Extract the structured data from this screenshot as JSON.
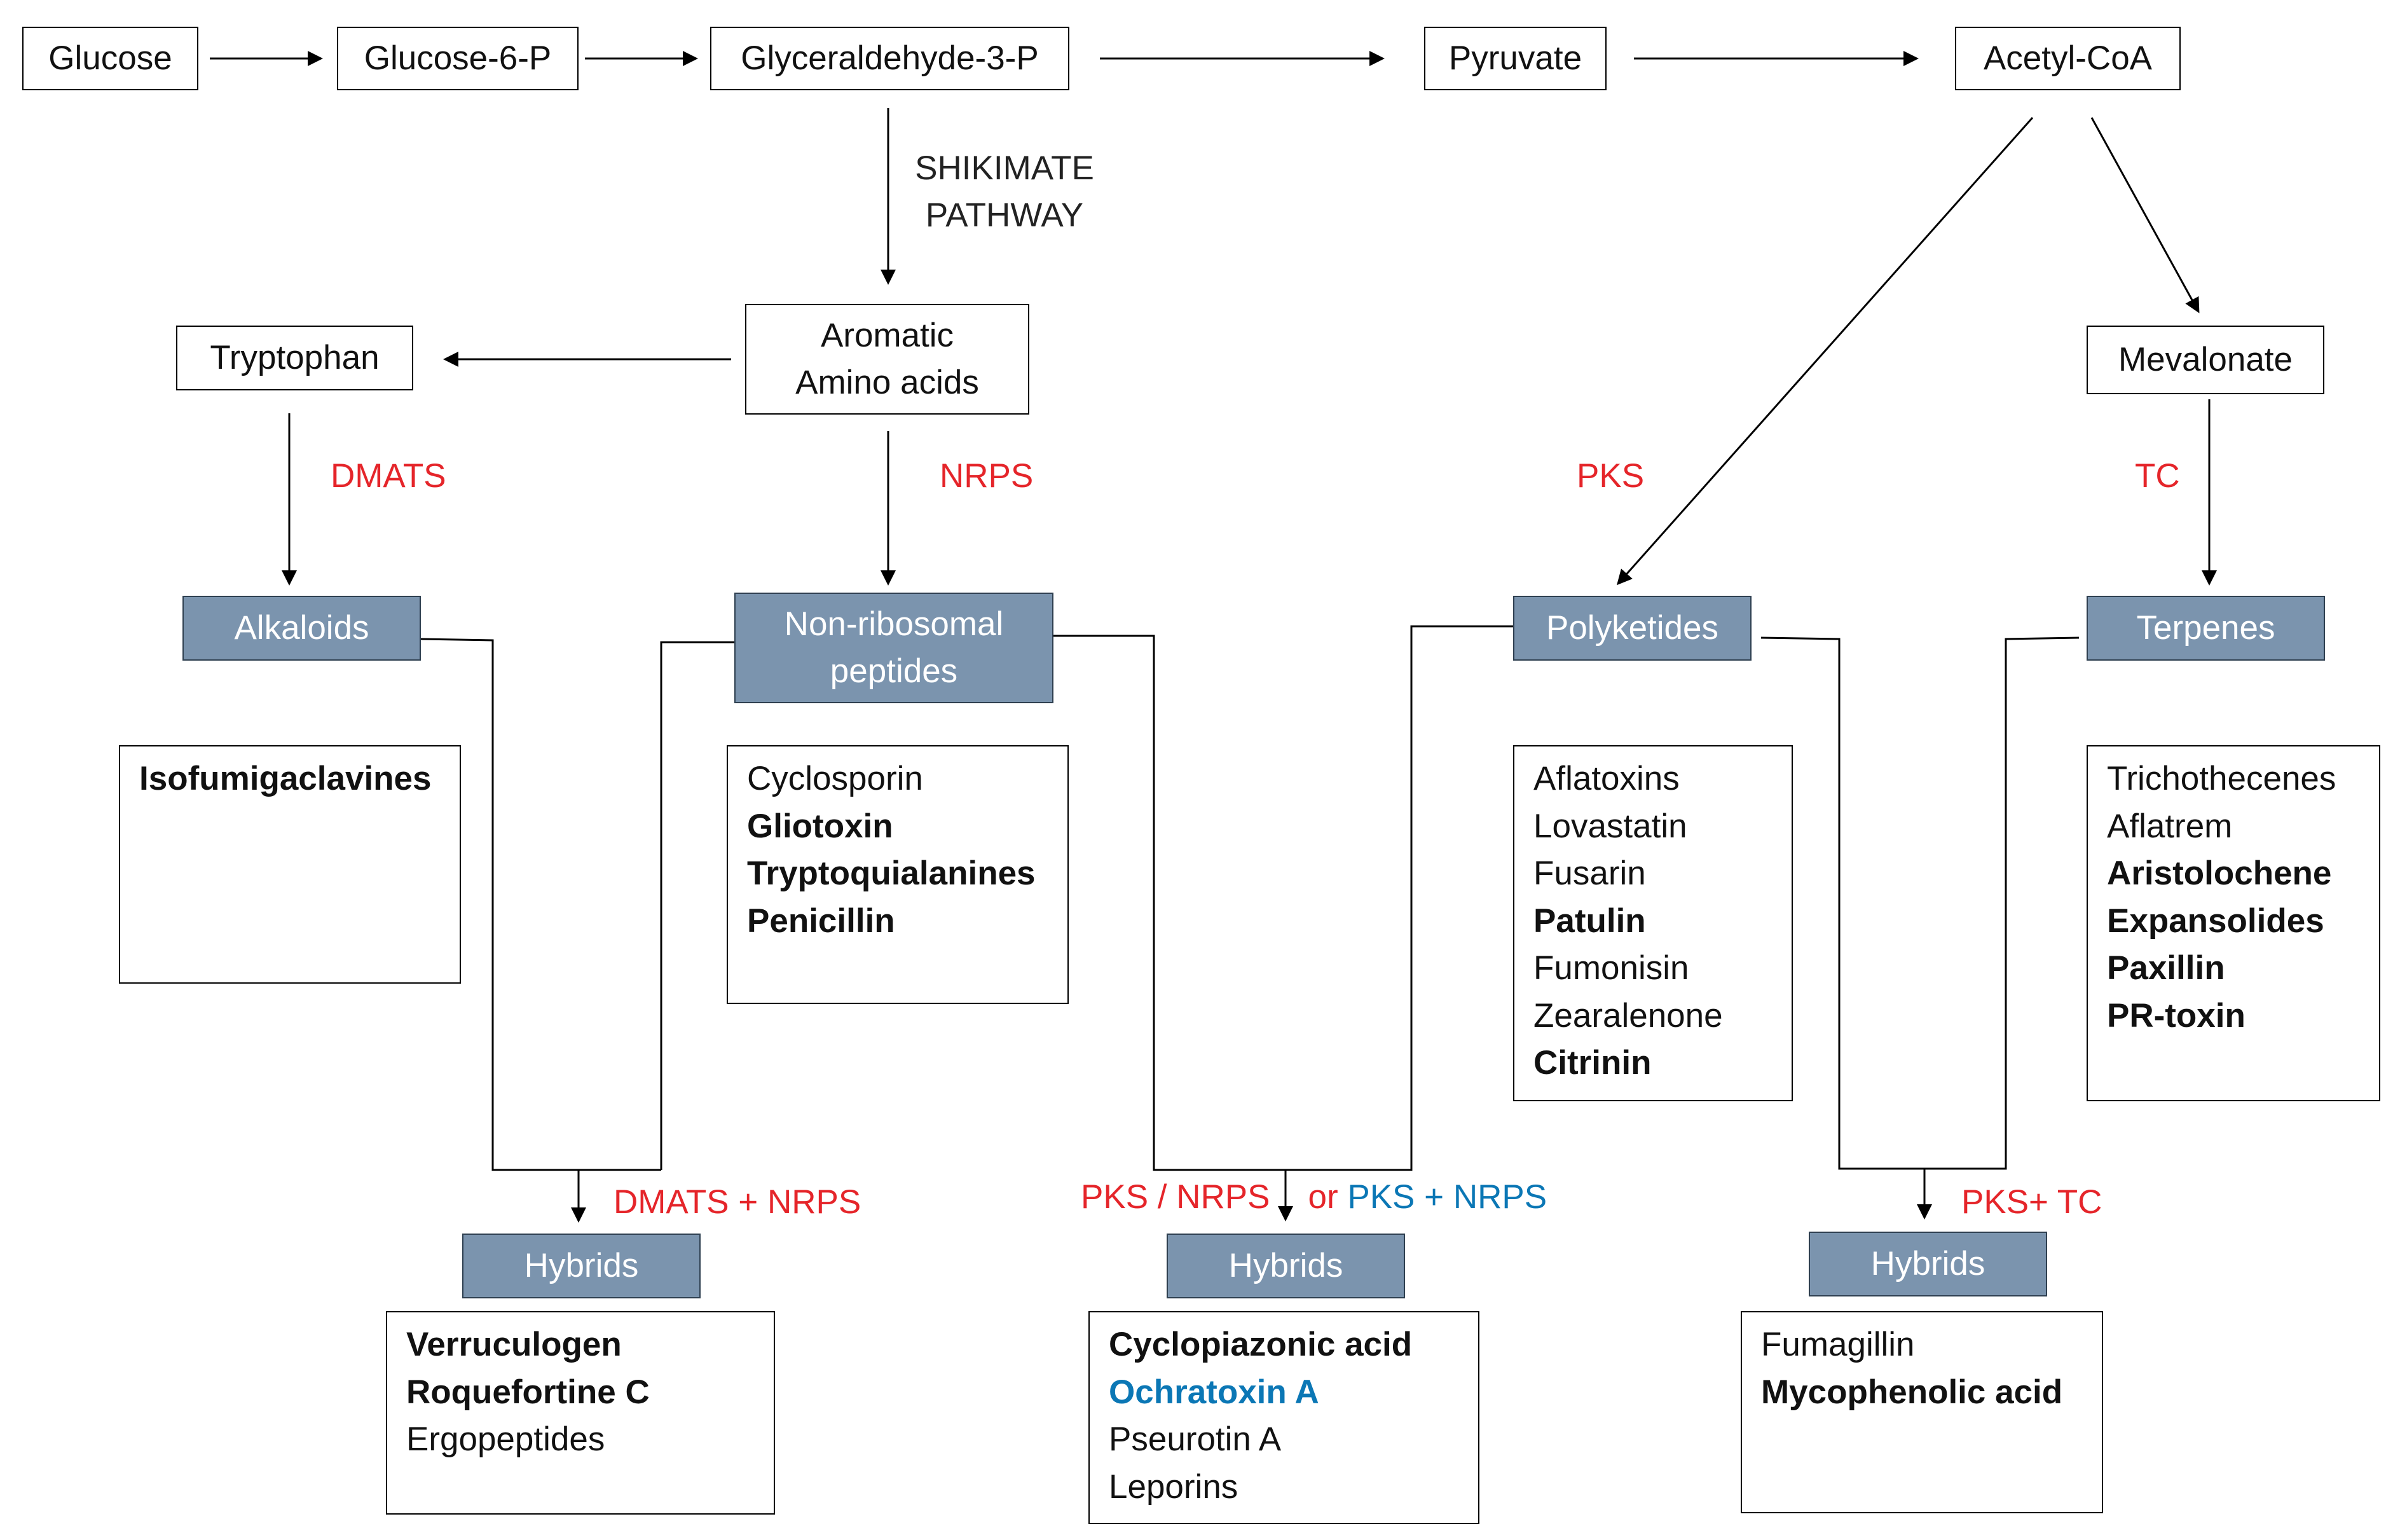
{
  "nodes": {
    "glucose": "Glucose",
    "glucose6p": "Glucose-6-P",
    "g3p": "Glyceraldehyde-3-P",
    "pyruvate": "Pyruvate",
    "acetylcoa": "Acetyl-CoA",
    "tryptophan": "Tryptophan",
    "aromatic_l1": "Aromatic",
    "aromatic_l2": "Amino acids",
    "mevalonate": "Mevalonate"
  },
  "pathway_label": {
    "line1": "SHIKIMATE",
    "line2": "PATHWAY"
  },
  "enzymes": {
    "dmats": "DMATS",
    "nrps": "NRPS",
    "pks": "PKS",
    "tc": "TC",
    "dmats_nrps": "DMATS + NRPS",
    "pks_nrps_slash": "PKS / NRPS",
    "or": "or",
    "pks_plus_nrps": "PKS + NRPS",
    "pks_tc": "PKS+ TC"
  },
  "categories": {
    "alkaloids": "Alkaloids",
    "nrp_l1": "Non-ribosomal",
    "nrp_l2": "peptides",
    "polyketides": "Polyketides",
    "terpenes": "Terpenes",
    "hybrids": "Hybrids"
  },
  "lists": {
    "alkaloids": [
      {
        "text": "Isofumigaclavines",
        "style": "b"
      }
    ],
    "nrp": [
      {
        "text": "Cyclosporin",
        "style": ""
      },
      {
        "text": "Gliotoxin",
        "style": "b"
      },
      {
        "text": "Tryptoquialanines",
        "style": "b"
      },
      {
        "text": "Penicillin",
        "style": "b"
      }
    ],
    "polyketides": [
      {
        "text": "Aflatoxins",
        "style": ""
      },
      {
        "text": "Lovastatin",
        "style": ""
      },
      {
        "text": "Fusarin",
        "style": ""
      },
      {
        "text": "Patulin",
        "style": "b"
      },
      {
        "text": "Fumonisin",
        "style": ""
      },
      {
        "text": "Zearalenone",
        "style": ""
      },
      {
        "text": "Citrinin",
        "style": "b"
      }
    ],
    "terpenes": [
      {
        "text": "Trichothecenes",
        "style": ""
      },
      {
        "text": "Aflatrem",
        "style": ""
      },
      {
        "text": "Aristolochene",
        "style": "b"
      },
      {
        "text": "Expansolides",
        "style": "b"
      },
      {
        "text": "Paxillin",
        "style": "b"
      },
      {
        "text": "PR-toxin",
        "style": "b"
      }
    ],
    "hybrids1": [
      {
        "text": "Verruculogen",
        "style": "b"
      },
      {
        "text": "Roquefortine C",
        "style": "b"
      },
      {
        "text": "Ergopeptides",
        "style": ""
      }
    ],
    "hybrids2": [
      {
        "text": "Cyclopiazonic acid",
        "style": "b"
      },
      {
        "text": "Ochratoxin A",
        "style": "b blue"
      },
      {
        "text": "Pseurotin A",
        "style": ""
      },
      {
        "text": "Leporins",
        "style": ""
      }
    ],
    "hybrids3": [
      {
        "text": "Fumagillin",
        "style": ""
      },
      {
        "text": "Mycophenolic acid",
        "style": "b"
      }
    ]
  },
  "colors": {
    "category_fill": "#7b94ae",
    "enzyme_red": "#e5252a",
    "enzyme_blue": "#0b77b5"
  }
}
